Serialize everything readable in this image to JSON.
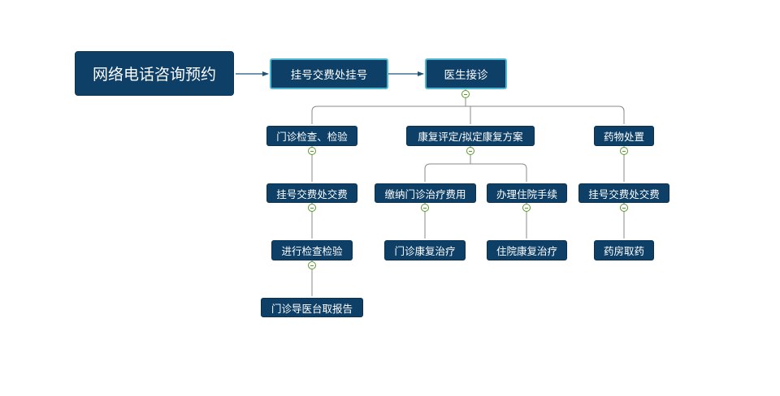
{
  "diagram": {
    "root": "网络电话咨询预约",
    "flow": [
      "挂号交费处挂号",
      "医生接诊"
    ],
    "branches": [
      {
        "label": "门诊检查、检验",
        "steps": [
          "挂号交费处交费",
          "进行检查检验",
          "门诊导医台取报告"
        ]
      },
      {
        "label": "康复评定/拟定康复方案",
        "children": [
          {
            "label": "缴纳门诊治疗费用",
            "steps": [
              "门诊康复治疗"
            ]
          },
          {
            "label": "办理住院手续",
            "steps": [
              "住院康复治疗"
            ]
          }
        ]
      },
      {
        "label": "药物处置",
        "steps": [
          "挂号交费处交费",
          "药房取药"
        ]
      }
    ]
  },
  "colors": {
    "node_fill": "#0e3f66",
    "node_text": "#ffffff",
    "highlight_border": "#4fb6d0",
    "connector": "#888888",
    "arrow": "#1f5578",
    "toggle_border": "#5a9a2a"
  }
}
